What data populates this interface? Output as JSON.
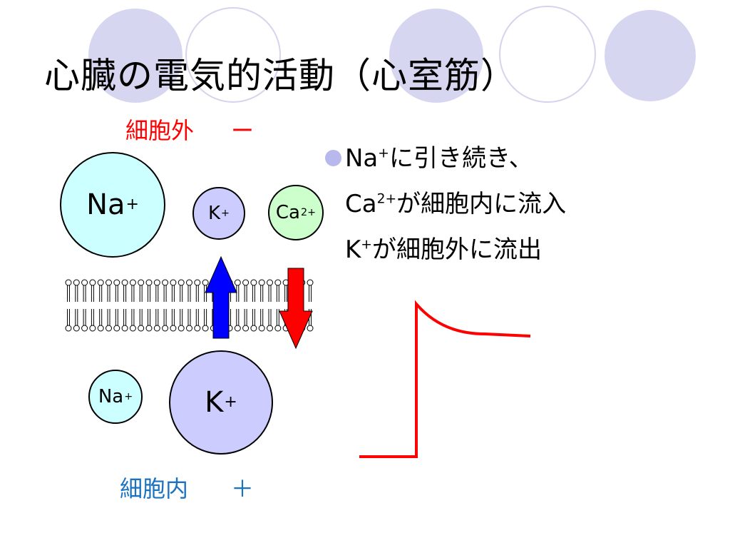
{
  "slide": {
    "title": "心臓の電気的活動（心室筋）",
    "outside": {
      "label": "細胞外",
      "charge": "ー"
    },
    "inside": {
      "label": "細胞内",
      "charge": "＋"
    }
  },
  "ions": {
    "outside": [
      {
        "symbol": "Na",
        "charge": "+"
      },
      {
        "symbol": "K",
        "charge": "+"
      },
      {
        "symbol": "Ca",
        "charge": "2+"
      }
    ],
    "inside": [
      {
        "symbol": "Na",
        "charge": "+"
      },
      {
        "symbol": "K",
        "charge": "+"
      }
    ]
  },
  "bullets": [
    {
      "symbol": "Na",
      "charge": "+",
      "text": "に引き続き、"
    },
    {
      "symbol": "Ca",
      "charge": "2+",
      "text": "が細胞内に流入"
    },
    {
      "symbol": "K",
      "charge": "+",
      "text": "が細胞外に流出"
    }
  ],
  "colors": {
    "outside_label": "#ff0000",
    "inside_label": "#1a72c0",
    "k_efflux_arrow": "#0000ff",
    "ca_influx_arrow": "#ff0000",
    "action_potential_trace": "#ff0000",
    "na_ion": "#ccffff",
    "k_ion": "#ccccff",
    "ca_ion": "#ccffcc",
    "decor_circle": "#d6d6f0"
  },
  "icons": {
    "arrow_up": "k-efflux-arrow-icon",
    "arrow_down": "ca-influx-arrow-icon",
    "membrane": "phospholipid-bilayer"
  }
}
